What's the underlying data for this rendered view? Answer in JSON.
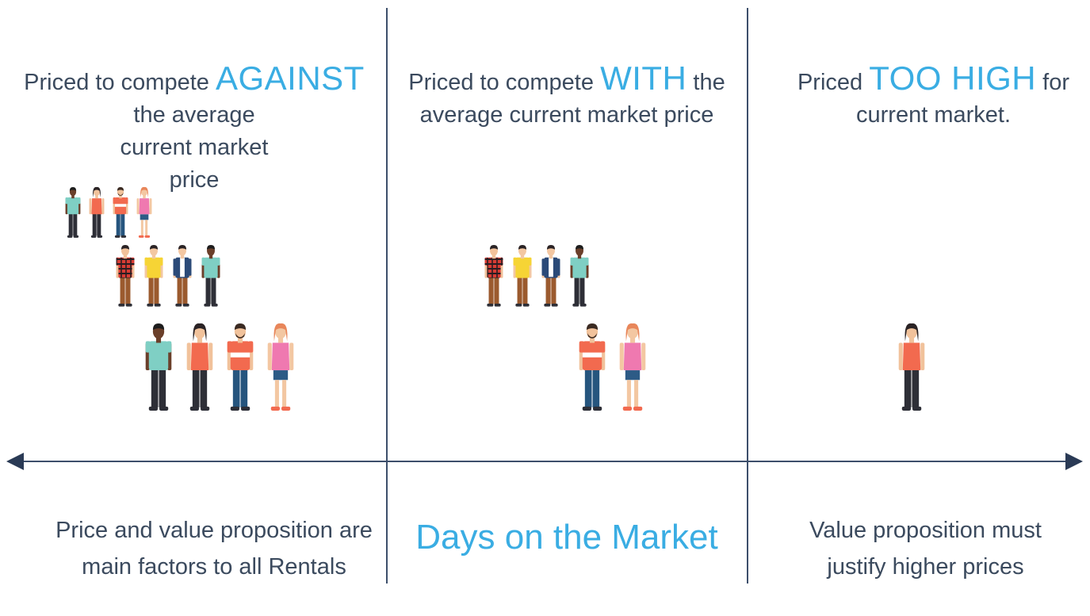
{
  "columns": [
    {
      "heading": {
        "pre": "Priced to compete ",
        "accent": "AGAINST",
        "post": "the average current market price"
      },
      "footer": "Price and value proposition are main factors to all Rentals"
    },
    {
      "heading": {
        "pre": "Priced to compete ",
        "accent": "WITH",
        "post": " the average current market price"
      },
      "footer": "Days on the Market"
    },
    {
      "heading": {
        "pre": "Priced ",
        "accent": "TOO HIGH",
        "post": " for current market."
      },
      "footer": "Value proposition must justify higher prices"
    }
  ],
  "colors": {
    "accent": "#3aade3",
    "text": "#3b4a5e",
    "divider": "#3d4f6b",
    "teal_shirt": "#7fcfc4",
    "coral_shirt": "#f26a4f",
    "yellow_shirt": "#f6d435",
    "pink_shirt": "#ef79b0",
    "plaid_shirt": "#d73c34",
    "navy_jacket": "#2b4a78",
    "brown_pants": "#9b5a2e",
    "dark_pants": "#2e2f37",
    "blue_pants": "#26557e"
  },
  "figures": {
    "icon": "person-icon",
    "column_counts": [
      12,
      6,
      1
    ]
  }
}
